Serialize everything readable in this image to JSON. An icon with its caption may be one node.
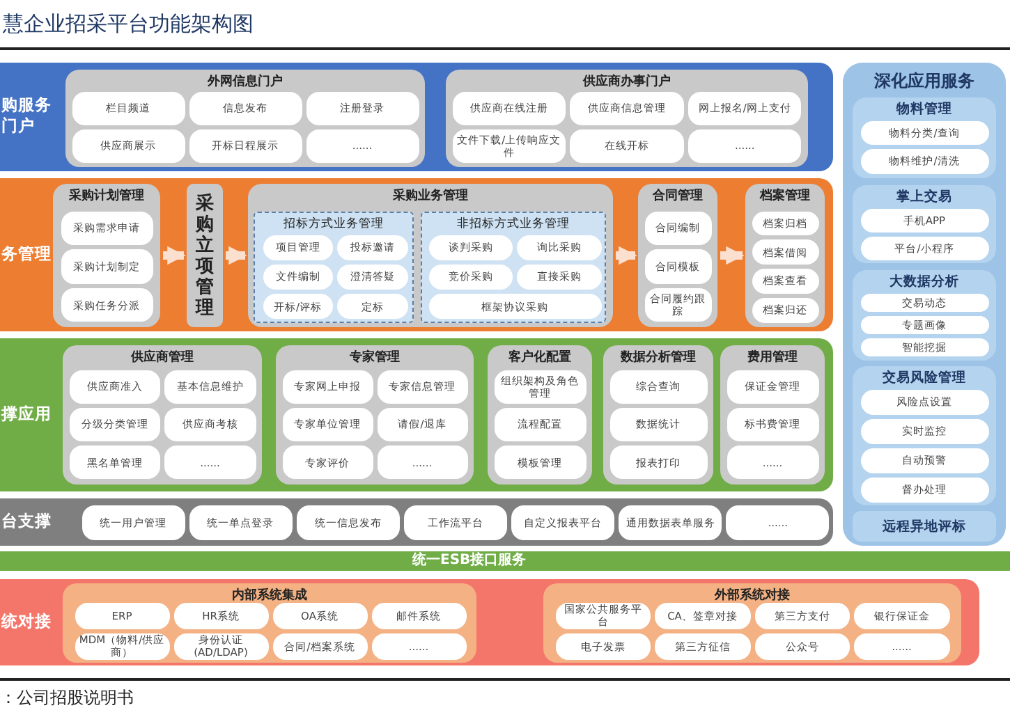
{
  "diagram": {
    "title": "慧企业招采平台功能架构图",
    "caption": "：公司招股说明书",
    "nodes": [
      {
        "text": [
          "购服务门户"
        ]
      },
      {
        "text": [
          "外网信息门户"
        ],
        "in": 0
      },
      {
        "text": [
          "栏目频道"
        ],
        "in": 1
      },
      {
        "text": [
          "信息发布"
        ],
        "in": 1
      },
      {
        "text": [
          "注册登录"
        ],
        "in": 1
      },
      {
        "text": [
          "供应商展示"
        ],
        "in": 1
      },
      {
        "text": [
          "开标日程展示"
        ],
        "in": 1
      },
      {
        "text": [
          "......"
        ],
        "in": 1
      },
      {
        "text": [
          "供应商办事门户"
        ],
        "in": 0
      },
      {
        "text": [
          "供应商在线注册"
        ],
        "in": 8
      },
      {
        "text": [
          "供应商信息管理"
        ],
        "in": 8
      },
      {
        "text": [
          "网上报名/网上支付"
        ],
        "in": 8
      },
      {
        "text": [
          "文件下载/上传响应文件"
        ],
        "in": 8
      },
      {
        "text": [
          "在线开标"
        ],
        "in": 8
      },
      {
        "text": [
          "......"
        ],
        "in": 8
      },
      {
        "text": [
          "务管理"
        ]
      },
      {
        "text": [
          "采购计划管理"
        ],
        "in": 15
      },
      {
        "text": [
          "采购需求申请"
        ],
        "in": 16
      },
      {
        "text": [
          "采购计划制定"
        ],
        "in": 16
      },
      {
        "text": [
          "采购任务分派"
        ],
        "in": 16
      },
      {
        "text": [
          "采购立项管理"
        ],
        "in": 15
      },
      {
        "text": [
          "采购业务管理"
        ],
        "in": 15
      },
      {
        "text": [
          "招标方式业务管理"
        ],
        "in": 21
      },
      {
        "text": [
          "项目管理"
        ],
        "in": 22
      },
      {
        "text": [
          "投标邀请"
        ],
        "in": 22
      },
      {
        "text": [
          "文件编制"
        ],
        "in": 22
      },
      {
        "text": [
          "澄清答疑"
        ],
        "in": 22
      },
      {
        "text": [
          "开标/评标"
        ],
        "in": 22
      },
      {
        "text": [
          "定标"
        ],
        "in": 22
      },
      {
        "text": [
          "非招标方式业务管理"
        ],
        "in": 21
      },
      {
        "text": [
          "谈判采购"
        ],
        "in": 29
      },
      {
        "text": [
          "询比采购"
        ],
        "in": 29
      },
      {
        "text": [
          "竞价采购"
        ],
        "in": 29
      },
      {
        "text": [
          "直接采购"
        ],
        "in": 29
      },
      {
        "text": [
          "框架协议采购"
        ],
        "in": 29
      },
      {
        "text": [
          "合同管理"
        ],
        "in": 15
      },
      {
        "text": [
          "合同编制"
        ],
        "in": 35
      },
      {
        "text": [
          "合同模板"
        ],
        "in": 35
      },
      {
        "text": [
          "合同履约跟踪"
        ],
        "in": 35
      },
      {
        "text": [
          "档案管理"
        ],
        "in": 15
      },
      {
        "text": [
          "档案归档"
        ],
        "in": 39
      },
      {
        "text": [
          "档案借阅"
        ],
        "in": 39
      },
      {
        "text": [
          "档案查看"
        ],
        "in": 39
      },
      {
        "text": [
          "档案归还"
        ],
        "in": 39
      },
      {
        "text": [
          "撑应用"
        ]
      },
      {
        "text": [
          "供应商管理"
        ],
        "in": 44
      },
      {
        "text": [
          "供应商准入"
        ],
        "in": 45
      },
      {
        "text": [
          "基本信息维护"
        ],
        "in": 45
      },
      {
        "text": [
          "分级分类管理"
        ],
        "in": 45
      },
      {
        "text": [
          "供应商考核"
        ],
        "in": 45
      },
      {
        "text": [
          "黑名单管理"
        ],
        "in": 45
      },
      {
        "text": [
          "......"
        ],
        "in": 45
      },
      {
        "text": [
          "专家管理"
        ],
        "in": 44
      },
      {
        "text": [
          "专家网上申报"
        ],
        "in": 52
      },
      {
        "text": [
          "专家信息管理"
        ],
        "in": 52
      },
      {
        "text": [
          "专家单位管理"
        ],
        "in": 52
      },
      {
        "text": [
          "请假/退库"
        ],
        "in": 52
      },
      {
        "text": [
          "专家评价"
        ],
        "in": 52
      },
      {
        "text": [
          "......"
        ],
        "in": 52
      },
      {
        "text": [
          "客户化配置"
        ],
        "in": 44
      },
      {
        "text": [
          "组织架构及角色管理"
        ],
        "in": 59
      },
      {
        "text": [
          "流程配置"
        ],
        "in": 59
      },
      {
        "text": [
          "模板管理"
        ],
        "in": 59
      },
      {
        "text": [
          "数据分析管理"
        ],
        "in": 44
      },
      {
        "text": [
          "综合查询"
        ],
        "in": 63
      },
      {
        "text": [
          "数据统计"
        ],
        "in": 63
      },
      {
        "text": [
          "报表打印"
        ],
        "in": 63
      },
      {
        "text": [
          "费用管理"
        ],
        "in": 44
      },
      {
        "text": [
          "保证金管理"
        ],
        "in": 67
      },
      {
        "text": [
          "标书费管理"
        ],
        "in": 67
      },
      {
        "text": [
          "......"
        ],
        "in": 67
      },
      {
        "text": [
          "台支撑"
        ]
      },
      {
        "text": [
          "统一用户管理"
        ],
        "in": 71
      },
      {
        "text": [
          "统一单点登录"
        ],
        "in": 71
      },
      {
        "text": [
          "统一信息发布"
        ],
        "in": 71
      },
      {
        "text": [
          "工作流平台"
        ],
        "in": 71
      },
      {
        "text": [
          "自定义报表平台"
        ],
        "in": 71
      },
      {
        "text": [
          "通用数据表单服务"
        ],
        "in": 71
      },
      {
        "text": [
          "......"
        ],
        "in": 71
      },
      {
        "text": [
          "统一ESB接口服务"
        ]
      },
      {
        "text": [
          "统对接"
        ]
      },
      {
        "text": [
          "内部系统集成"
        ],
        "in": 80
      },
      {
        "text": [
          "ERP"
        ],
        "in": 81
      },
      {
        "text": [
          "HR系统"
        ],
        "in": 81
      },
      {
        "text": [
          "OA系统"
        ],
        "in": 81
      },
      {
        "text": [
          "邮件系统"
        ],
        "in": 81
      },
      {
        "text": [
          "MDM（物料/供应商）"
        ],
        "in": 81
      },
      {
        "text": [
          "身份认证(AD/LDAP)"
        ],
        "in": 81
      },
      {
        "text": [
          "合同/档案系统"
        ],
        "in": 81
      },
      {
        "text": [
          "......"
        ],
        "in": 81
      },
      {
        "text": [
          "外部系统对接"
        ],
        "in": 80
      },
      {
        "text": [
          "国家公共服务平台"
        ],
        "in": 90
      },
      {
        "text": [
          "CA、签章对接"
        ],
        "in": 90
      },
      {
        "text": [
          "第三方支付"
        ],
        "in": 90
      },
      {
        "text": [
          "银行保证金"
        ],
        "in": 90
      },
      {
        "text": [
          "电子发票"
        ],
        "in": 90
      },
      {
        "text": [
          "第三方征信"
        ],
        "in": 90
      },
      {
        "text": [
          "公众号"
        ],
        "in": 90
      },
      {
        "text": [
          "......"
        ],
        "in": 90
      },
      {
        "text": [
          "深化应用服务"
        ]
      },
      {
        "text": [
          "物料管理"
        ],
        "in": 99
      },
      {
        "text": [
          "物料分类/查询"
        ],
        "in": 100
      },
      {
        "text": [
          "物料维护/清洗"
        ],
        "in": 100
      },
      {
        "text": [
          "掌上交易"
        ],
        "in": 99
      },
      {
        "text": [
          "手机APP"
        ],
        "in": 103
      },
      {
        "text": [
          "平台/小程序"
        ],
        "in": 103
      },
      {
        "text": [
          "大数据分析"
        ],
        "in": 99
      },
      {
        "text": [
          "交易动态"
        ],
        "in": 106
      },
      {
        "text": [
          "专题画像"
        ],
        "in": 106
      },
      {
        "text": [
          "智能挖掘"
        ],
        "in": 106
      },
      {
        "text": [
          "交易风险管理"
        ],
        "in": 99
      },
      {
        "text": [
          "风险点设置"
        ],
        "in": 110
      },
      {
        "text": [
          "实时监控"
        ],
        "in": 110
      },
      {
        "text": [
          "自动预警"
        ],
        "in": 110
      },
      {
        "text": [
          "督办处理"
        ],
        "in": 110
      },
      {
        "text": [
          "远程异地评标"
        ],
        "in": 99
      }
    ],
    "edges": [
      {
        "from": 16,
        "to": 20,
        "arrow": "to"
      },
      {
        "from": 20,
        "to": 21,
        "arrow": "to"
      },
      {
        "from": 21,
        "to": 35,
        "arrow": "to"
      },
      {
        "from": 35,
        "to": 39,
        "arrow": "to"
      }
    ]
  }
}
